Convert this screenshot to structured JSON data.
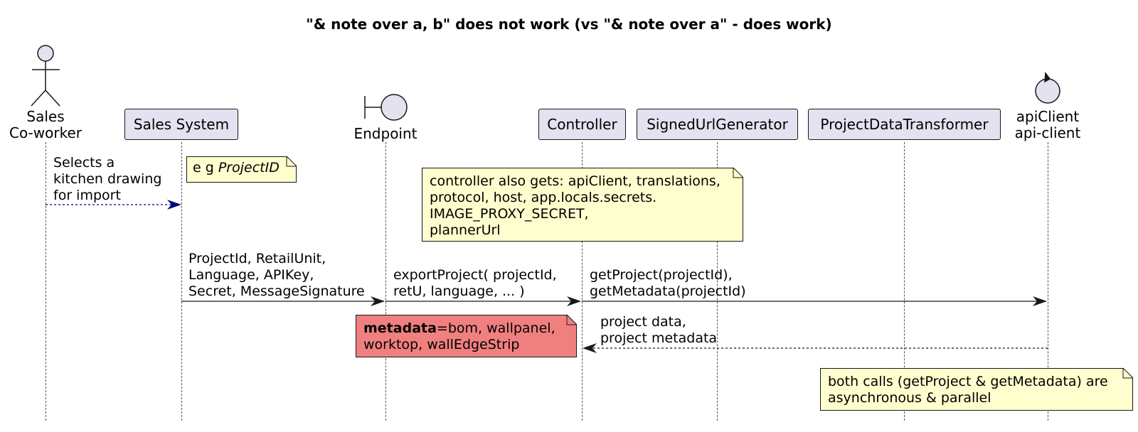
{
  "title": "\"& note over a, b\" does not work (vs \"& note over a\" - does work)",
  "participants": {
    "sales_coworker": "Sales\nCo-worker",
    "sales_system": "Sales System",
    "endpoint": "Endpoint",
    "controller": "Controller",
    "signed_url_generator": "SignedUrlGenerator",
    "project_data_transformer": "ProjectDataTransformer",
    "api_client": "apiClient\napi-client"
  },
  "notes": {
    "eg_prefix": "e g ",
    "eg_italic": "ProjectID",
    "controller_gets": "controller also gets: apiClient, translations,\nprotocol, host, app.locals.secrets.\n  IMAGE_PROXY_SECRET,\nplannerUrl",
    "metadata_bold": "metadata",
    "metadata_rest": "=bom, wallpanel,\nworktop, wallEdgeStrip",
    "both_calls": "both calls (getProject & getMetadata) are\nasynchronous & parallel"
  },
  "messages": {
    "selects": "Selects a\nkitchen drawing\nfor import",
    "project_id": "ProjectId, RetailUnit,\nLanguage, APIKey,\nSecret, MessageSignature",
    "export_project": "exportProject( projectId,\nretU, language, ... )",
    "get_project": "getProject(projectId),\ngetMetadata(projectId)",
    "project_data": "project data,\nproject metadata"
  },
  "colors": {
    "participant_fill": "#e2e2f0",
    "note_fill": "#fefece",
    "metadata_note_fill": "#f08080",
    "self_arrow": "#000080"
  }
}
